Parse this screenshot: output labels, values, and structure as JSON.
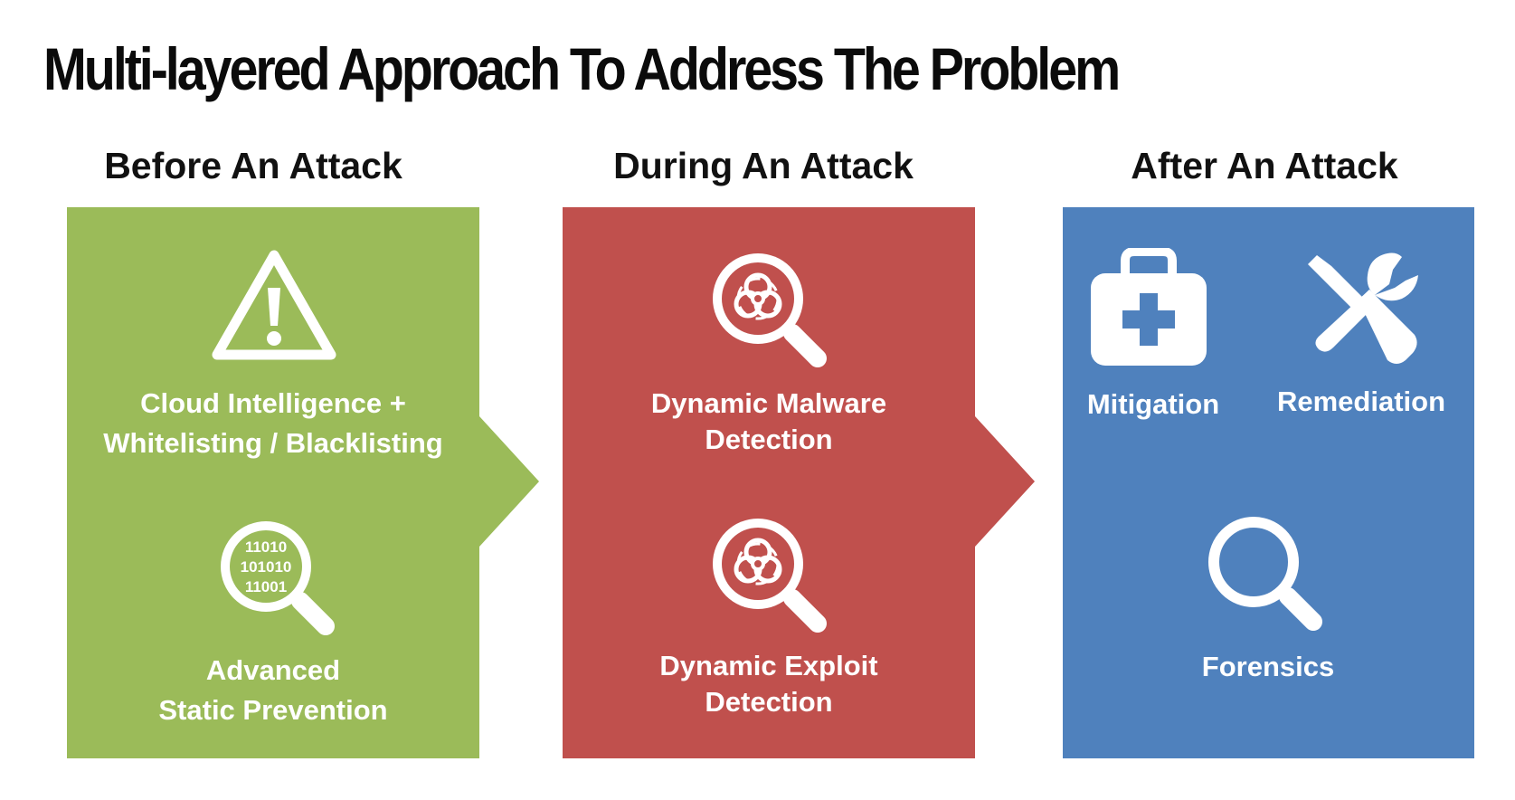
{
  "title": "Multi-layered Approach To Address The Problem",
  "colors": {
    "before": "#9bbb59",
    "during": "#c0504d",
    "after": "#4f81bd",
    "text": "#ffffff"
  },
  "phases": {
    "before": {
      "heading": "Before An Attack",
      "items": [
        {
          "icon": "warning-triangle-icon",
          "line1": "Cloud Intelligence +",
          "line2": "Whitelisting / Blacklisting"
        },
        {
          "icon": "binary-magnifier-icon",
          "binary": [
            "11010",
            "101010",
            "11001"
          ],
          "line1": "Advanced",
          "line2": "Static Prevention"
        }
      ]
    },
    "during": {
      "heading": "During An Attack",
      "items": [
        {
          "icon": "biohazard-magnifier-icon",
          "line1": "Dynamic Malware",
          "line2": "Detection"
        },
        {
          "icon": "biohazard-magnifier-icon",
          "line1": "Dynamic Exploit",
          "line2": "Detection"
        }
      ]
    },
    "after": {
      "heading": "After An Attack",
      "items": [
        {
          "icon": "first-aid-kit-icon",
          "label": "Mitigation"
        },
        {
          "icon": "screwdriver-wrench-icon",
          "label": "Remediation"
        },
        {
          "icon": "magnifier-icon",
          "label": "Forensics"
        }
      ]
    }
  }
}
